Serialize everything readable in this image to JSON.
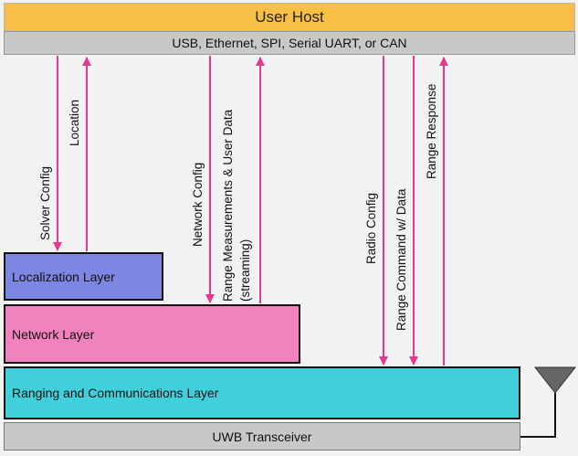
{
  "user_host": "User Host",
  "bus": "USB, Ethernet, SPI, Serial UART, or CAN",
  "localization_layer": "Localization Layer",
  "network_layer": "Network Layer",
  "ranging_layer": "Ranging and Communications Layer",
  "uwb_transceiver": "UWB Transceiver",
  "arrows": {
    "solver_config": "Solver Config",
    "location": "Location",
    "network_config": "Network Config",
    "range_measurements_line1": "Range Measurements & User Data",
    "range_measurements_line2": "(streaming)",
    "radio_config": "Radio Config",
    "range_command": "Range Command w/ Data",
    "range_response": "Range Response"
  },
  "colors": {
    "user_host": "#f7bf46",
    "localization": "#7d86e0",
    "network": "#f282be",
    "ranging": "#40d0dc",
    "arrow": "#e8378f"
  }
}
